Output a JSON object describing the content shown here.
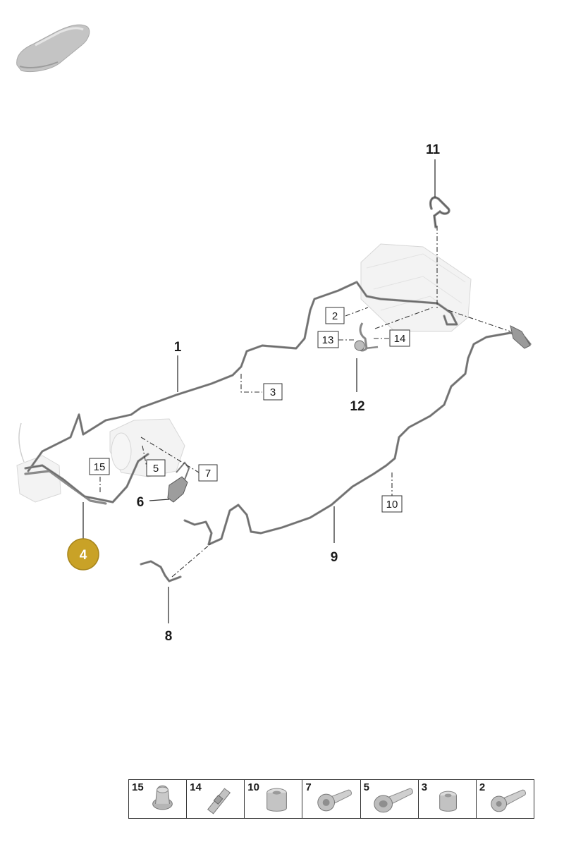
{
  "diagram": {
    "callouts": {
      "c1": "1",
      "c2": "2",
      "c3": "3",
      "c4": "4",
      "c5": "5",
      "c6": "6",
      "c7": "7",
      "c8": "8",
      "c9": "9",
      "c10": "10",
      "c11": "11",
      "c12": "12",
      "c13": "13",
      "c14": "14",
      "c15": "15"
    },
    "highlight_color": "#c9a227"
  },
  "parts_table": [
    {
      "number": "15",
      "icon": "clip-icon"
    },
    {
      "number": "14",
      "icon": "cable-tie-icon"
    },
    {
      "number": "10",
      "icon": "nut-icon"
    },
    {
      "number": "7",
      "icon": "torx-bolt-icon"
    },
    {
      "number": "5",
      "icon": "flange-bolt-icon"
    },
    {
      "number": "3",
      "icon": "hex-nut-icon"
    },
    {
      "number": "2",
      "icon": "bolt-icon"
    }
  ]
}
